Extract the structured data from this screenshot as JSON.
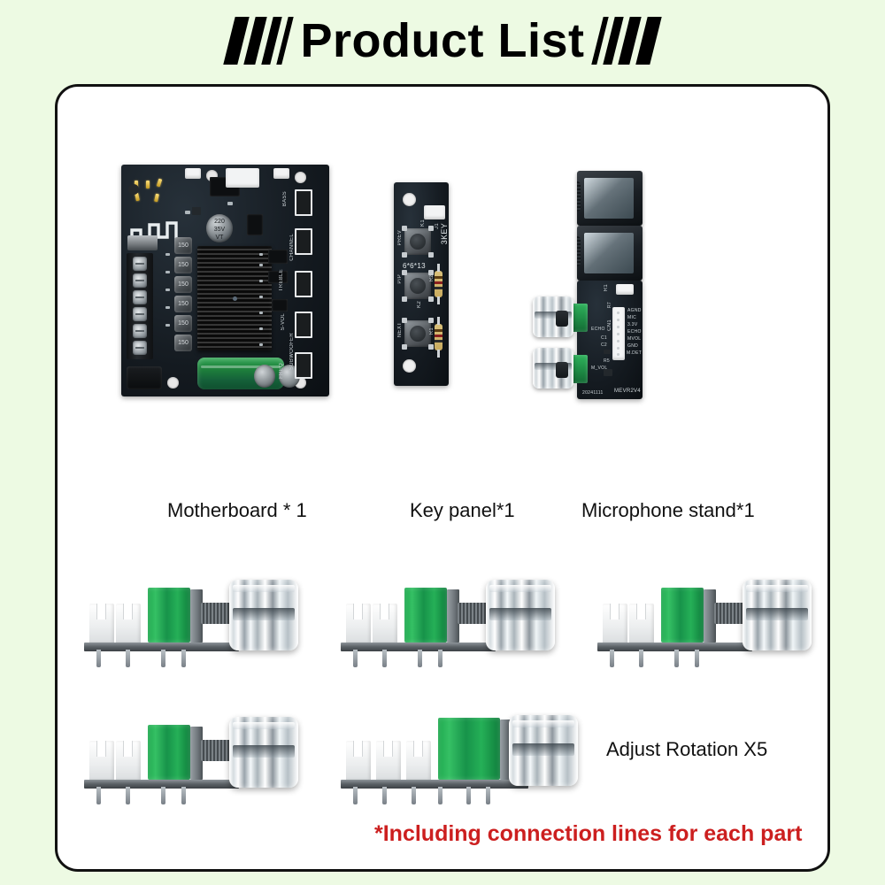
{
  "header": {
    "title": "Product List",
    "left_slashes": [
      16,
      13,
      10,
      6
    ],
    "right_slashes": [
      6,
      10,
      13,
      16
    ]
  },
  "theme": {
    "page_background": "#edfae3",
    "card_background": "#ffffff",
    "card_border": "#111111",
    "note_color": "#cc1f1f",
    "pcb_color": "#141a20",
    "knob_color": "#d9e1e6",
    "pot_green": "#1e9b4b"
  },
  "items": [
    {
      "id": "motherboard",
      "caption": "Motherboard * 1"
    },
    {
      "id": "key-panel",
      "caption": "Key panel*1"
    },
    {
      "id": "microphone-stand",
      "caption": "Microphone stand*1"
    }
  ],
  "motherboard": {
    "silkscreen": [
      "BASS",
      "CHANNEL",
      "TREBLE",
      "S-VOL",
      "SUBWOOFER",
      "FREQ"
    ],
    "capacitor_label_line1": "220",
    "capacitor_label_line2": "35V",
    "capacitor_label_line3": "VT",
    "inductor_label": "150",
    "inductor_count": 6,
    "terminal_screw_count": 6
  },
  "key_panel": {
    "buttons": [
      "PREV",
      "P/P",
      "NEXT"
    ],
    "switch_refs": [
      "K1",
      "K2",
      "K3"
    ],
    "switch_size": "6*6*13",
    "board_label": "3KEY",
    "resistors": [
      "R1",
      "R2"
    ],
    "connector_ref": "J1"
  },
  "microphone_board": {
    "knob_labels": [
      "ECHO",
      "M_VOL"
    ],
    "pin_labels": [
      "AGND",
      "MIC",
      "3.3V",
      "ECHO",
      "MVOL",
      "GND",
      "M.DET"
    ],
    "component_refs": [
      "C1",
      "C2",
      "R5",
      "R7",
      "R1",
      "R2",
      "R3"
    ],
    "board_name": "MEVR2",
    "board_version": "V4",
    "date_code": "20241111",
    "connector_ref": "CN1",
    "jack_count": 2
  },
  "potentiometers": {
    "caption": "Adjust Rotation X5",
    "count": 5,
    "row1_count": 3,
    "row2_count": 2
  },
  "footer": {
    "note": "*Including connection lines for each part"
  }
}
